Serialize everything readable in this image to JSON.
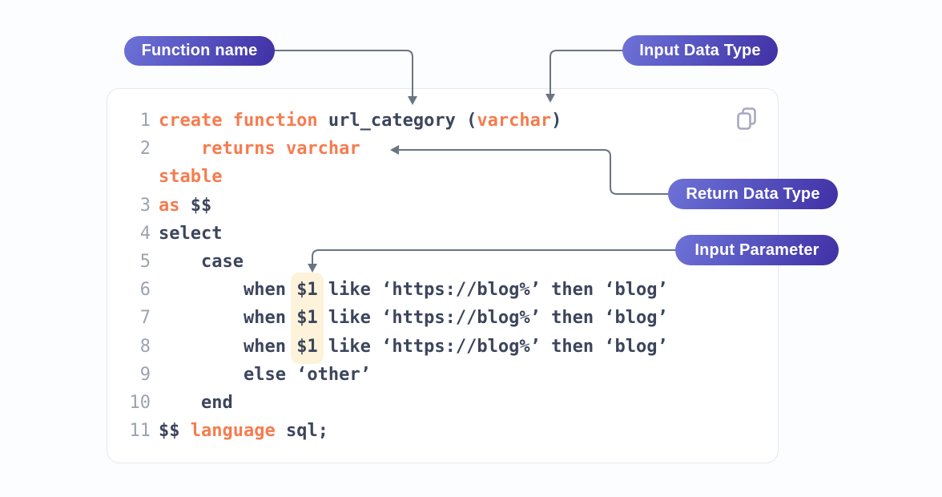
{
  "annotations": {
    "function_name": {
      "label": "Function name"
    },
    "input_data_type": {
      "label": "Input Data Type"
    },
    "return_data_type": {
      "label": "Return Data Type"
    },
    "input_parameter": {
      "label": "Input Parameter"
    }
  },
  "colors": {
    "keyword_orange": "#f57c4f",
    "code_text": "#3c455c",
    "line_number_gray": "#9ba3b1",
    "param_highlight": "#fdf3da",
    "pill_gradient_start": "#6e72d6",
    "pill_gradient_end": "#4030a4",
    "connector_gray": "#6b7482",
    "card_border": "#e4e9f0"
  },
  "code": {
    "lines": [
      {
        "num": "1",
        "tokens": [
          {
            "text": "create function ",
            "type": "keyword"
          },
          {
            "text": "url_category (",
            "type": "plain"
          },
          {
            "text": "varchar",
            "type": "keyword"
          },
          {
            "text": ")",
            "type": "plain"
          }
        ]
      },
      {
        "num": "2",
        "tokens": [
          {
            "text": "    ",
            "type": "plain"
          },
          {
            "text": "returns varchar",
            "type": "keyword"
          }
        ]
      },
      {
        "num": "",
        "tokens": [
          {
            "text": "stable",
            "type": "keyword"
          }
        ]
      },
      {
        "num": "3",
        "tokens": [
          {
            "text": "as",
            "type": "keyword"
          },
          {
            "text": " $$",
            "type": "plain"
          }
        ]
      },
      {
        "num": "4",
        "tokens": [
          {
            "text": "select",
            "type": "plain"
          }
        ]
      },
      {
        "num": "5",
        "tokens": [
          {
            "text": "    case",
            "type": "plain"
          }
        ]
      },
      {
        "num": "6",
        "tokens": [
          {
            "text": "        when ",
            "type": "plain"
          },
          {
            "text": "$1",
            "type": "param"
          },
          {
            "text": " like ‘https://blog%’ then ‘blog’",
            "type": "plain"
          }
        ]
      },
      {
        "num": "7",
        "tokens": [
          {
            "text": "        when ",
            "type": "plain"
          },
          {
            "text": "$1",
            "type": "param"
          },
          {
            "text": " like ‘https://blog%’ then ‘blog’",
            "type": "plain"
          }
        ]
      },
      {
        "num": "8",
        "tokens": [
          {
            "text": "        when ",
            "type": "plain"
          },
          {
            "text": "$1",
            "type": "param"
          },
          {
            "text": " like ‘https://blog%’ then ‘blog’",
            "type": "plain"
          }
        ]
      },
      {
        "num": "9",
        "tokens": [
          {
            "text": "        else ‘other’",
            "type": "plain"
          }
        ]
      },
      {
        "num": "10",
        "tokens": [
          {
            "text": "    end",
            "type": "plain"
          }
        ]
      },
      {
        "num": "11",
        "tokens": [
          {
            "text": "$$ ",
            "type": "plain"
          },
          {
            "text": "language",
            "type": "keyword"
          },
          {
            "text": " sql;",
            "type": "plain"
          }
        ]
      }
    ]
  }
}
